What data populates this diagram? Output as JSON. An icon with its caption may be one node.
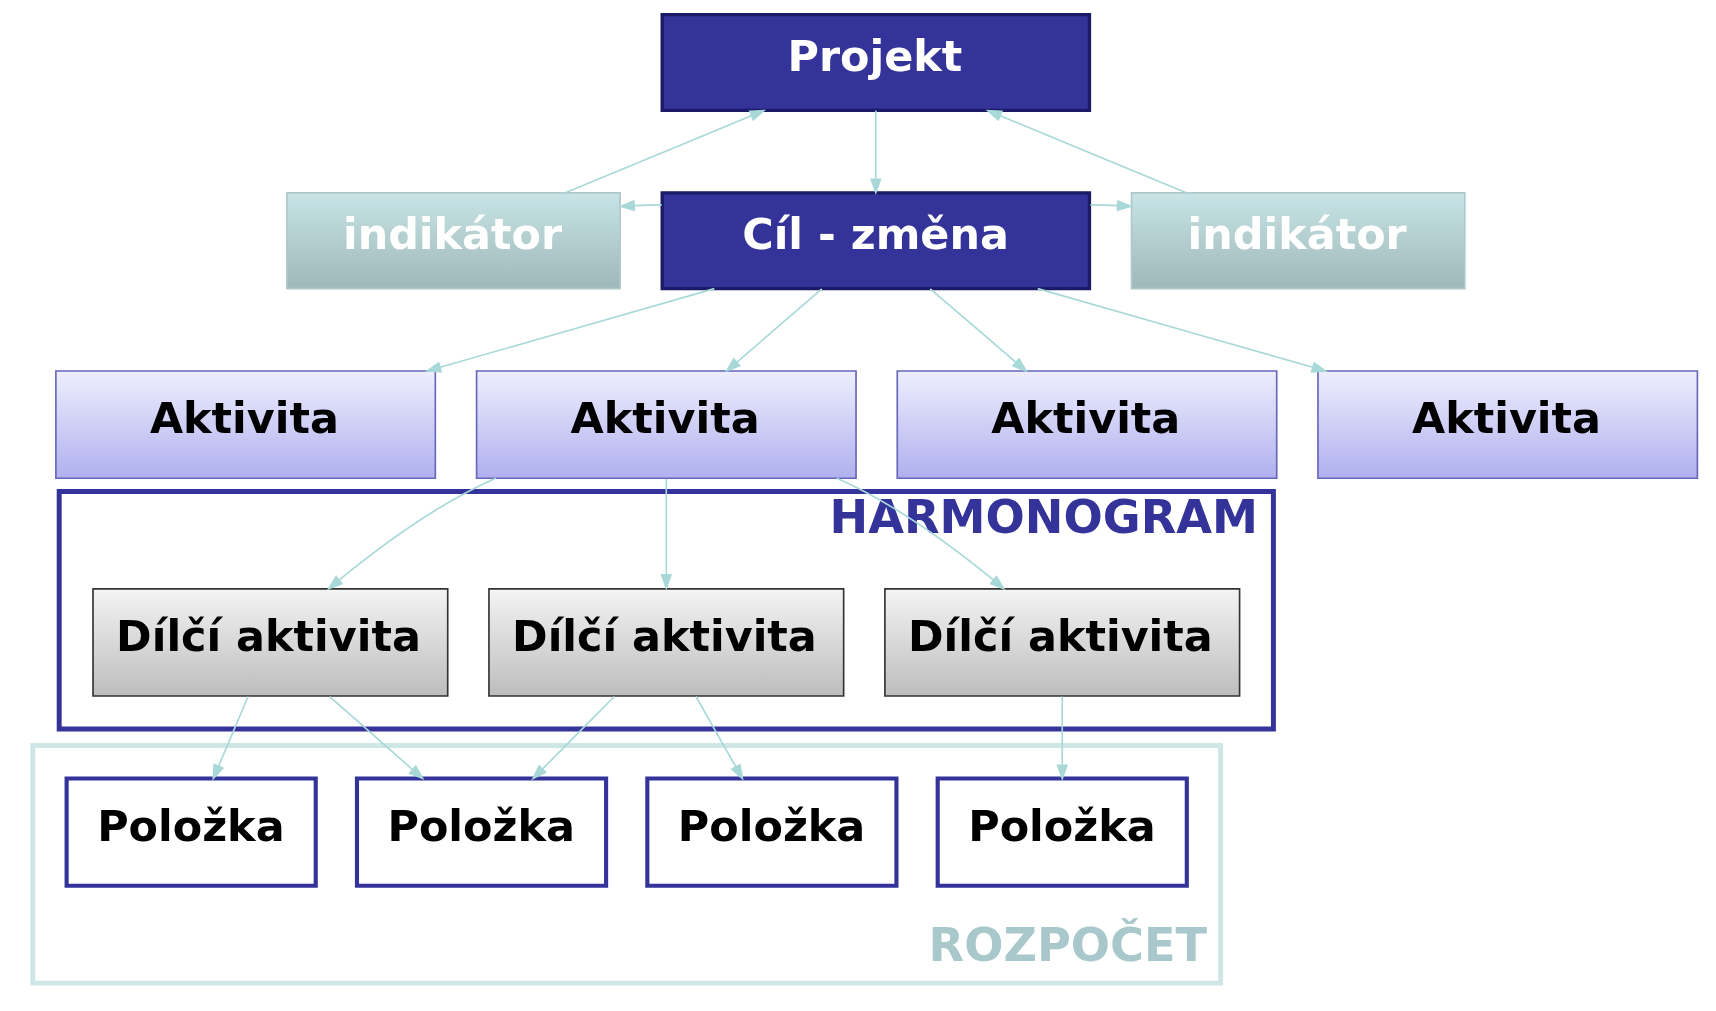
{
  "diagram": {
    "nodes": [
      {
        "text": [
          "Projekt"
        ]
      },
      {
        "text": [
          "indikátor"
        ]
      },
      {
        "text": [
          "Cíl - změna"
        ]
      },
      {
        "text": [
          "indikátor"
        ]
      },
      {
        "text": [
          "Aktivita"
        ]
      },
      {
        "text": [
          "Aktivita"
        ]
      },
      {
        "text": [
          "Aktivita"
        ]
      },
      {
        "text": [
          "Aktivita"
        ]
      },
      {
        "text": [
          "HARMONOGRAM"
        ]
      },
      {
        "text": [
          "Dílčí aktivita"
        ],
        "in": 8
      },
      {
        "text": [
          "Dílčí aktivita"
        ],
        "in": 8
      },
      {
        "text": [
          "Dílčí aktivita"
        ],
        "in": 8
      },
      {
        "text": [
          "ROZPOČET"
        ]
      },
      {
        "text": [
          "Položka"
        ],
        "in": 12
      },
      {
        "text": [
          "Položka"
        ],
        "in": 12
      },
      {
        "text": [
          "Položka"
        ],
        "in": 12
      },
      {
        "text": [
          "Položka"
        ],
        "in": 12
      }
    ],
    "edges": [
      {
        "from": 0,
        "to": 2,
        "arrow": "to"
      },
      {
        "from": 2,
        "to": 1,
        "arrow": "to"
      },
      {
        "from": 2,
        "to": 3,
        "arrow": "to"
      },
      {
        "from": 1,
        "to": 0,
        "arrow": "to"
      },
      {
        "from": 3,
        "to": 0,
        "arrow": "to"
      },
      {
        "from": 2,
        "to": 4,
        "arrow": "to"
      },
      {
        "from": 2,
        "to": 5,
        "arrow": "to"
      },
      {
        "from": 2,
        "to": 6,
        "arrow": "to"
      },
      {
        "from": 2,
        "to": 7,
        "arrow": "to"
      },
      {
        "from": 5,
        "to": 9,
        "arrow": "to"
      },
      {
        "from": 5,
        "to": 10,
        "arrow": "to"
      },
      {
        "from": 5,
        "to": 11,
        "arrow": "to"
      },
      {
        "from": 9,
        "to": 13,
        "arrow": "to"
      },
      {
        "from": 10,
        "to": 14,
        "arrow": "to"
      },
      {
        "from": 10,
        "to": 15,
        "arrow": "to"
      },
      {
        "from": 11,
        "to": 15,
        "arrow": "to"
      },
      {
        "from": 11,
        "to": 16,
        "arrow": "to"
      }
    ]
  }
}
